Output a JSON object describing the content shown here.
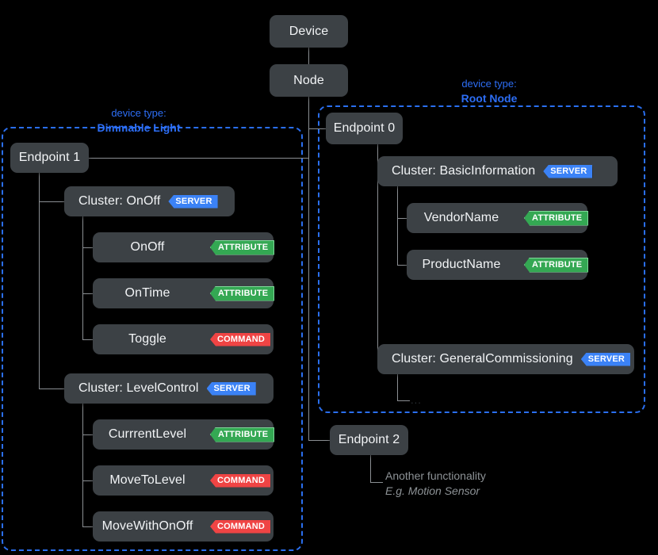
{
  "diagram": {
    "title_nodes": {
      "device": "Device",
      "node": "Node"
    },
    "device_types": [
      {
        "prefix": "device type:",
        "name": "Dimmable Light"
      },
      {
        "prefix": "device type:",
        "name": "Root Node"
      }
    ],
    "endpoints": {
      "endpoint0": "Endpoint 0",
      "endpoint1": "Endpoint 1",
      "endpoint2": "Endpoint 2"
    },
    "clusters": {
      "onoff": "Cluster: OnOff",
      "levelcontrol": "Cluster: LevelControl",
      "basicinformation": "Cluster: BasicInformation",
      "generalcommissioning": "Cluster: GeneralCommissioning"
    },
    "badges": {
      "server": "SERVER",
      "attribute": "ATTRIBUTE",
      "command": "COMMAND"
    },
    "items": {
      "onoff_attr": "OnOff",
      "ontime_attr": "OnTime",
      "toggle_cmd": "Toggle",
      "currentlevel_attr": "CurrrentLevel",
      "movetolevel_cmd": "MoveToLevel",
      "movewithonoff_cmd": "MoveWithOnOff",
      "vendorname_attr": "VendorName",
      "productname_attr": "ProductName",
      "more_ellipsis": "..."
    },
    "notes": {
      "another_functionality": "Another functionality",
      "eg_motion_sensor": "E.g. Motion Sensor"
    },
    "colors": {
      "background": "#000000",
      "node_fill": "#3c4145",
      "node_text": "#f2f4f6",
      "connector": "#8b8f93",
      "group_border": "#2a6ff0",
      "devtype_text": "#2d6ef5",
      "badge_server": "#3b82f6",
      "badge_attribute": "#34a853",
      "badge_command": "#ef4444",
      "note_text": "#8d9296"
    }
  }
}
